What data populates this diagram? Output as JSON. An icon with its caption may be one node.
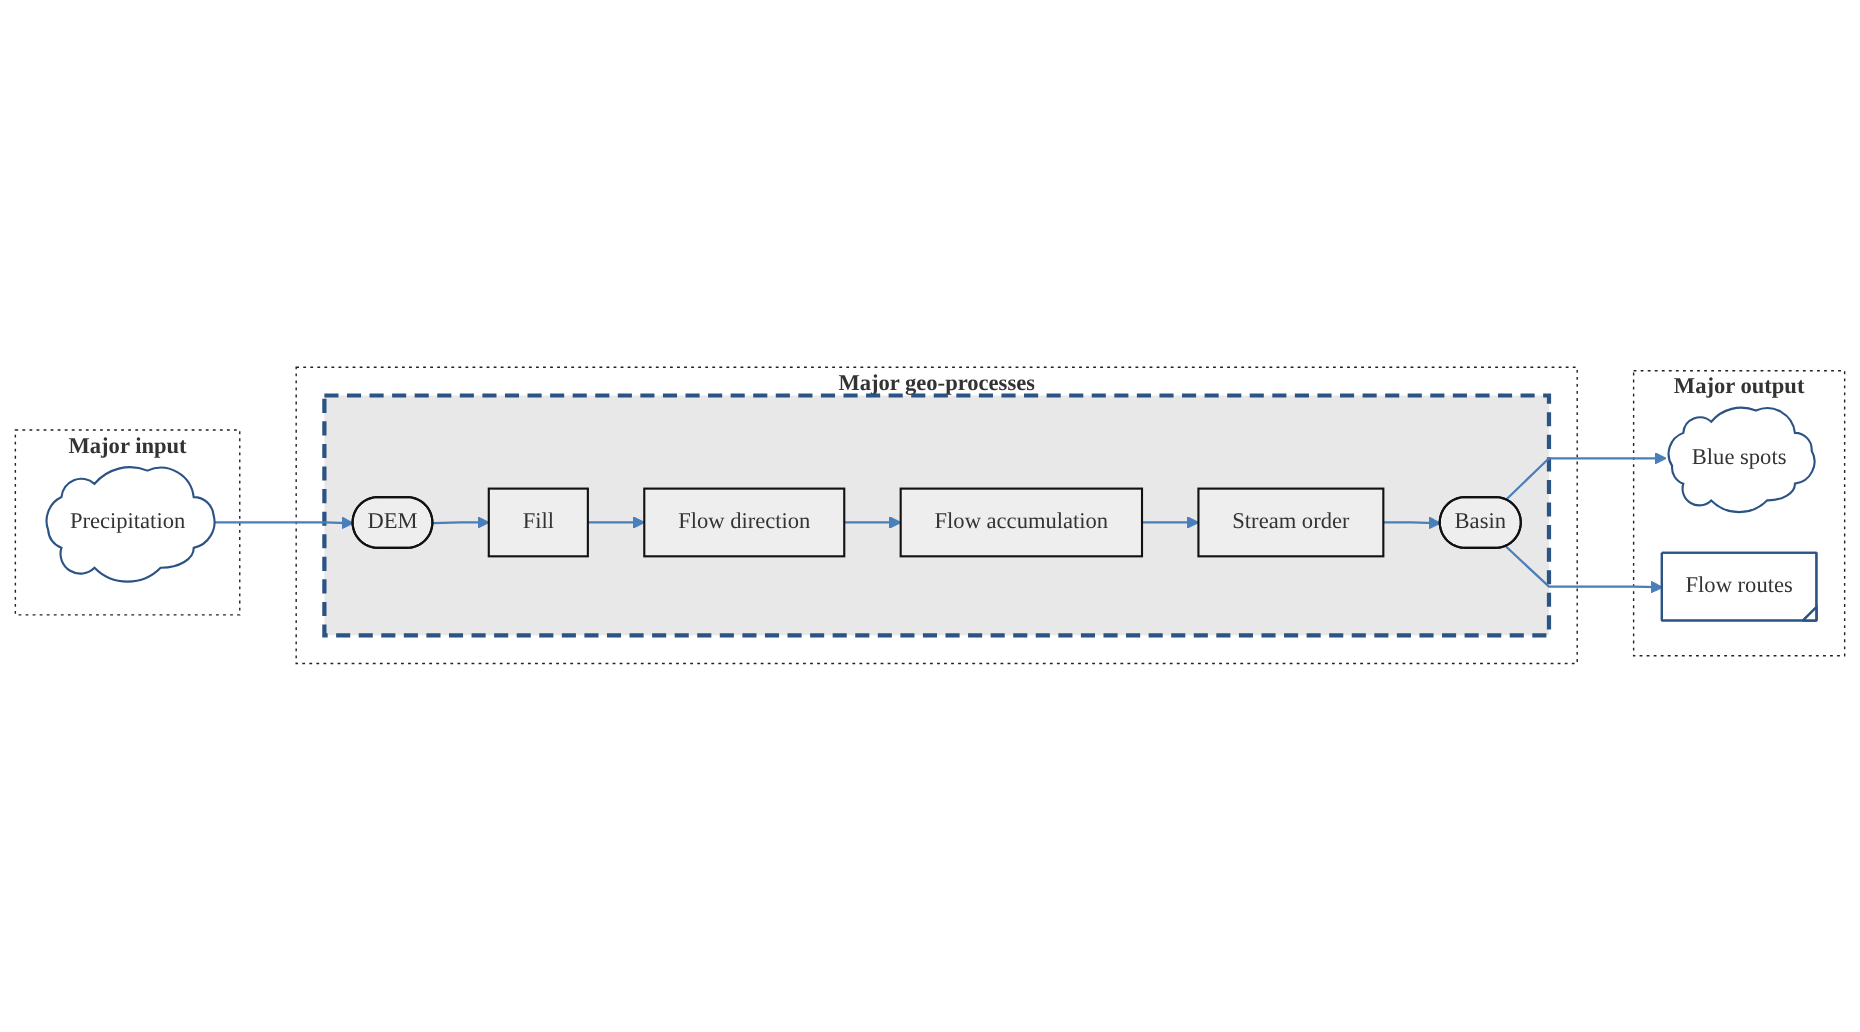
{
  "diagram": {
    "nodes": [
      {
        "text": [
          "Major input"
        ]
      },
      {
        "text": [
          "Precipitation"
        ],
        "in": 0
      },
      {
        "text": [
          "Major geo-processes"
        ]
      },
      {
        "text": [],
        "shape": "box",
        "in": 2
      },
      {
        "text": [
          "DEM"
        ],
        "in": 3
      },
      {
        "text": [
          "Fill"
        ],
        "in": 3
      },
      {
        "text": [
          "Flow direction"
        ],
        "in": 3
      },
      {
        "text": [
          "Flow accumulation"
        ],
        "in": 3
      },
      {
        "text": [
          "Stream order"
        ],
        "in": 3
      },
      {
        "text": [
          "Basin"
        ],
        "in": 3
      },
      {
        "text": [
          "Major output"
        ]
      },
      {
        "text": [
          "Blue spots"
        ],
        "in": 10
      },
      {
        "text": [
          "Flow routes"
        ],
        "in": 10
      }
    ],
    "edges": [
      {
        "from": 1,
        "to": 4,
        "arrow": "to"
      },
      {
        "from": 4,
        "to": 5,
        "arrow": "to"
      },
      {
        "from": 5,
        "to": 6,
        "arrow": "to"
      },
      {
        "from": 6,
        "to": 7,
        "arrow": "to"
      },
      {
        "from": 7,
        "to": 8,
        "arrow": "to"
      },
      {
        "from": 8,
        "to": 9,
        "arrow": "to"
      },
      {
        "from": 9,
        "to": 11,
        "arrow": "to"
      },
      {
        "from": 9,
        "to": 12,
        "arrow": "to"
      }
    ]
  }
}
